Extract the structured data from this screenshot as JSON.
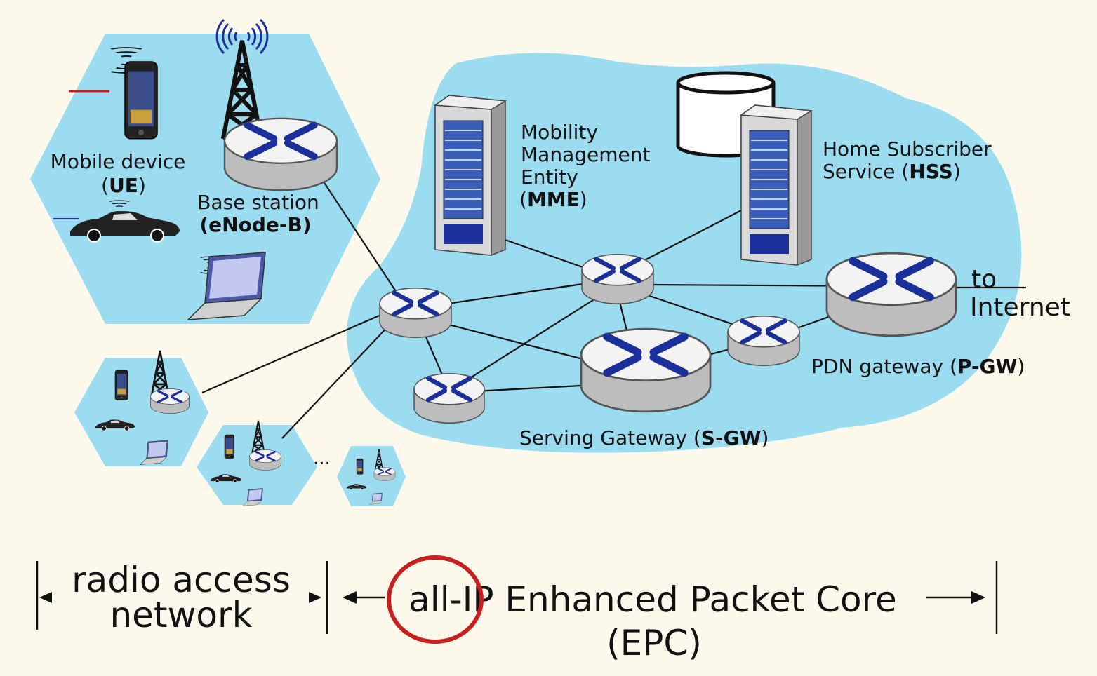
{
  "colors": {
    "background": "#fdf9ec",
    "region": "#9cdcf0",
    "router_top": "#f2f2f2",
    "router_side": "#bdbdbd",
    "router_arrow": "#1a2f9a",
    "server_body": "#d9d9d9",
    "server_panel": "#3b5fb8",
    "highlight_circle": "#c8201e",
    "link": "#111111"
  },
  "labels": {
    "mobile_device": "Mobile device",
    "ue_open": "(",
    "ue": "UE",
    "ue_close": ")",
    "base_station": "Base station",
    "enodeb": "(eNode-B)",
    "mme_line1": "Mobility",
    "mme_line2": "Management",
    "mme_line3": "Entity",
    "mme_open": "(",
    "mme": "MME",
    "mme_close": ")",
    "hss_line1": "Home Subscriber",
    "hss_line2": "Service (",
    "hss": "HSS",
    "hss_close": ")",
    "pgw_prefix": "PDN gateway (",
    "pgw": "P-GW",
    "pgw_close": ")",
    "sgw_prefix": "Serving Gateway (",
    "sgw": "S-GW",
    "sgw_close": ")",
    "to": "to",
    "internet": "Internet",
    "ellipsis": "...",
    "ran_line1": "radio access",
    "ran_line2": "network",
    "epc_line1": "all-IP Enhanced Packet Core",
    "epc_line2": "(EPC)"
  },
  "icons": [
    "cell-tower-icon",
    "smartphone-icon",
    "car-icon",
    "laptop-icon",
    "router-icon",
    "server-rack-icon",
    "database-icon",
    "radio-waves-icon"
  ]
}
